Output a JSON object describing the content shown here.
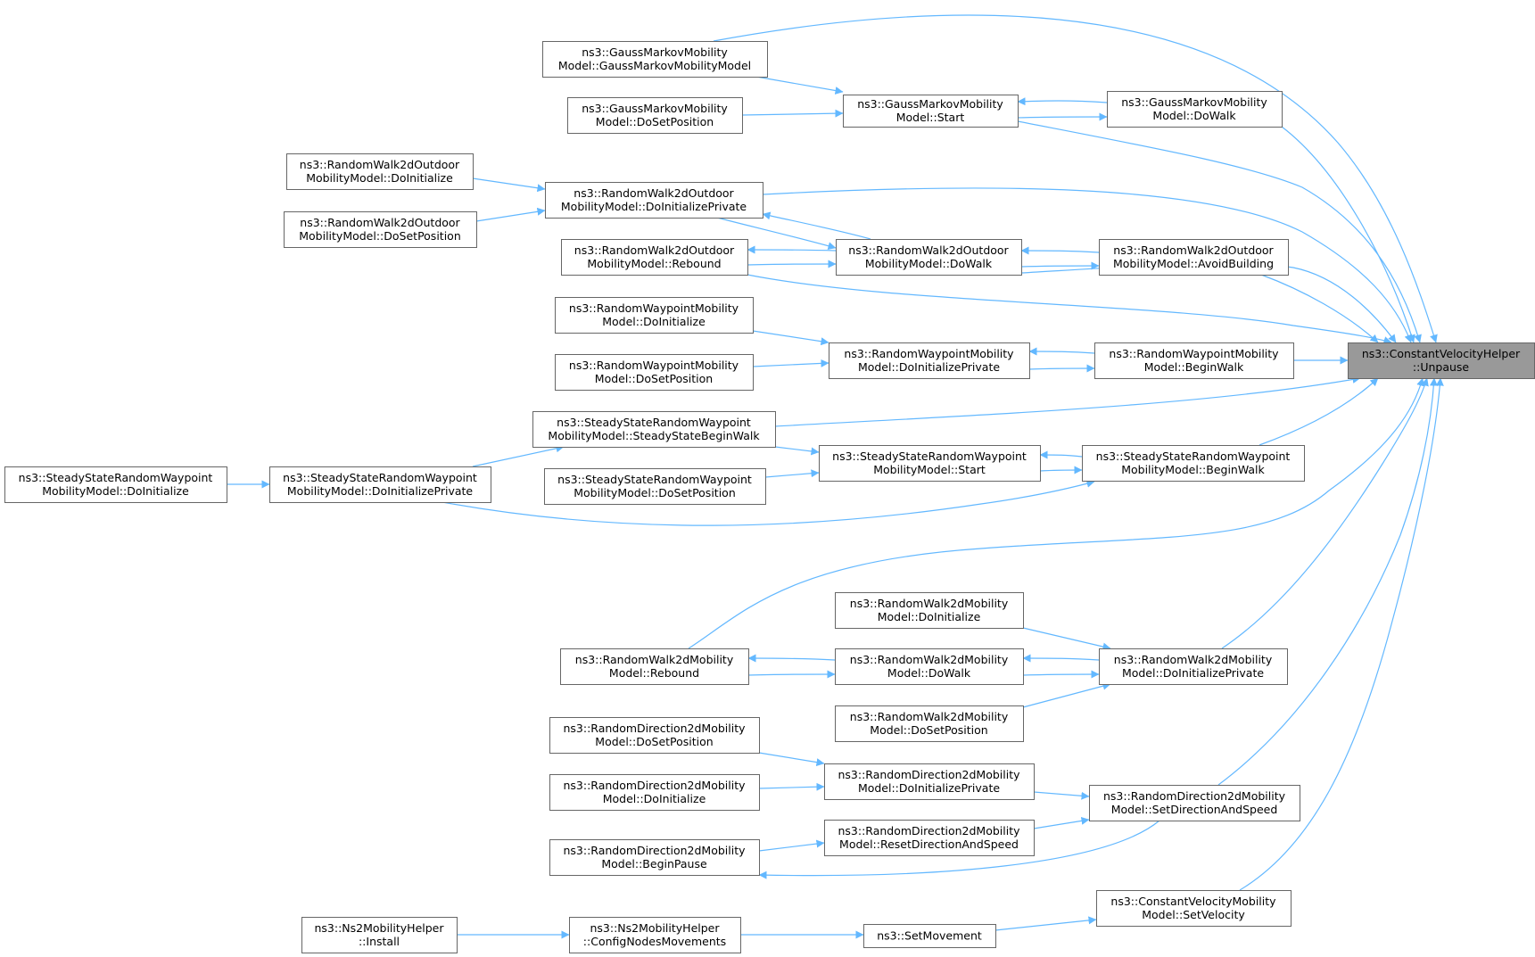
{
  "diagram": {
    "root_id": "cvh_unpause",
    "nodes": [
      {
        "id": "cvh_unpause",
        "lines": [
          "ns3::ConstantVelocityHelper",
          "::Unpause"
        ]
      },
      {
        "id": "gm_ctor",
        "lines": [
          "ns3::GaussMarkovMobility",
          "Model::GaussMarkovMobilityModel"
        ]
      },
      {
        "id": "gm_dosetpos",
        "lines": [
          "ns3::GaussMarkovMobility",
          "Model::DoSetPosition"
        ]
      },
      {
        "id": "gm_start",
        "lines": [
          "ns3::GaussMarkovMobility",
          "Model::Start"
        ]
      },
      {
        "id": "gm_dowalk",
        "lines": [
          "ns3::GaussMarkovMobility",
          "Model::DoWalk"
        ]
      },
      {
        "id": "rw2o_doinit",
        "lines": [
          "ns3::RandomWalk2dOutdoor",
          "MobilityModel::DoInitialize"
        ]
      },
      {
        "id": "rw2o_dosetpos",
        "lines": [
          "ns3::RandomWalk2dOutdoor",
          "MobilityModel::DoSetPosition"
        ]
      },
      {
        "id": "rw2o_doinitpriv",
        "lines": [
          "ns3::RandomWalk2dOutdoor",
          "MobilityModel::DoInitializePrivate"
        ]
      },
      {
        "id": "rw2o_rebound",
        "lines": [
          "ns3::RandomWalk2dOutdoor",
          "MobilityModel::Rebound"
        ]
      },
      {
        "id": "rw2o_dowalk",
        "lines": [
          "ns3::RandomWalk2dOutdoor",
          "MobilityModel::DoWalk"
        ]
      },
      {
        "id": "rw2o_avoid",
        "lines": [
          "ns3::RandomWalk2dOutdoor",
          "MobilityModel::AvoidBuilding"
        ]
      },
      {
        "id": "rwp_doinit",
        "lines": [
          "ns3::RandomWaypointMobility",
          "Model::DoInitialize"
        ]
      },
      {
        "id": "rwp_dosetpos",
        "lines": [
          "ns3::RandomWaypointMobility",
          "Model::DoSetPosition"
        ]
      },
      {
        "id": "rwp_doinitpriv",
        "lines": [
          "ns3::RandomWaypointMobility",
          "Model::DoInitializePrivate"
        ]
      },
      {
        "id": "rwp_beginwalk",
        "lines": [
          "ns3::RandomWaypointMobility",
          "Model::BeginWalk"
        ]
      },
      {
        "id": "ss_steadybegin",
        "lines": [
          "ns3::SteadyStateRandomWaypoint",
          "MobilityModel::SteadyStateBeginWalk"
        ]
      },
      {
        "id": "ss_doinit",
        "lines": [
          "ns3::SteadyStateRandomWaypoint",
          "MobilityModel::DoInitialize"
        ]
      },
      {
        "id": "ss_doinitpriv",
        "lines": [
          "ns3::SteadyStateRandomWaypoint",
          "MobilityModel::DoInitializePrivate"
        ]
      },
      {
        "id": "ss_dosetpos",
        "lines": [
          "ns3::SteadyStateRandomWaypoint",
          "MobilityModel::DoSetPosition"
        ]
      },
      {
        "id": "ss_start",
        "lines": [
          "ns3::SteadyStateRandomWaypoint",
          "MobilityModel::Start"
        ]
      },
      {
        "id": "ss_beginwalk",
        "lines": [
          "ns3::SteadyStateRandomWaypoint",
          "MobilityModel::BeginWalk"
        ]
      },
      {
        "id": "rw2_doinit",
        "lines": [
          "ns3::RandomWalk2dMobility",
          "Model::DoInitialize"
        ]
      },
      {
        "id": "rw2_rebound",
        "lines": [
          "ns3::RandomWalk2dMobility",
          "Model::Rebound"
        ]
      },
      {
        "id": "rw2_dowalk",
        "lines": [
          "ns3::RandomWalk2dMobility",
          "Model::DoWalk"
        ]
      },
      {
        "id": "rw2_dosetpos",
        "lines": [
          "ns3::RandomWalk2dMobility",
          "Model::DoSetPosition"
        ]
      },
      {
        "id": "rw2_doinitpriv",
        "lines": [
          "ns3::RandomWalk2dMobility",
          "Model::DoInitializePrivate"
        ]
      },
      {
        "id": "rd2_dosetpos",
        "lines": [
          "ns3::RandomDirection2dMobility",
          "Model::DoSetPosition"
        ]
      },
      {
        "id": "rd2_doinit",
        "lines": [
          "ns3::RandomDirection2dMobility",
          "Model::DoInitialize"
        ]
      },
      {
        "id": "rd2_doinitpriv",
        "lines": [
          "ns3::RandomDirection2dMobility",
          "Model::DoInitializePrivate"
        ]
      },
      {
        "id": "rd2_reset",
        "lines": [
          "ns3::RandomDirection2dMobility",
          "Model::ResetDirectionAndSpeed"
        ]
      },
      {
        "id": "rd2_beginpause",
        "lines": [
          "ns3::RandomDirection2dMobility",
          "Model::BeginPause"
        ]
      },
      {
        "id": "rd2_setdir",
        "lines": [
          "ns3::RandomDirection2dMobility",
          "Model::SetDirectionAndSpeed"
        ]
      },
      {
        "id": "ns2_install",
        "lines": [
          "ns3::Ns2MobilityHelper",
          "::Install"
        ]
      },
      {
        "id": "ns2_config",
        "lines": [
          "ns3::Ns2MobilityHelper",
          "::ConfigNodesMovements"
        ]
      },
      {
        "id": "setmovement",
        "lines": [
          "ns3::SetMovement"
        ]
      },
      {
        "id": "cvm_setvel",
        "lines": [
          "ns3::ConstantVelocityMobility",
          "Model::SetVelocity"
        ]
      }
    ],
    "edges": [
      [
        "gm_ctor",
        "gm_start"
      ],
      [
        "gm_dosetpos",
        "gm_start"
      ],
      [
        "gm_start",
        "gm_dowalk"
      ],
      [
        "gm_dowalk",
        "gm_start"
      ],
      [
        "gm_ctor",
        "cvh_unpause"
      ],
      [
        "gm_start",
        "cvh_unpause"
      ],
      [
        "gm_dowalk",
        "cvh_unpause"
      ],
      [
        "rw2o_doinit",
        "rw2o_doinitpriv"
      ],
      [
        "rw2o_dosetpos",
        "rw2o_doinitpriv"
      ],
      [
        "rw2o_doinitpriv",
        "rw2o_dowalk"
      ],
      [
        "rw2o_dowalk",
        "rw2o_doinitpriv"
      ],
      [
        "rw2o_rebound",
        "rw2o_dowalk"
      ],
      [
        "rw2o_dowalk",
        "rw2o_rebound"
      ],
      [
        "rw2o_dowalk",
        "rw2o_avoid"
      ],
      [
        "rw2o_avoid",
        "rw2o_dowalk"
      ],
      [
        "rw2o_doinitpriv",
        "cvh_unpause"
      ],
      [
        "rw2o_rebound",
        "cvh_unpause"
      ],
      [
        "rw2o_dowalk",
        "cvh_unpause"
      ],
      [
        "rw2o_avoid",
        "cvh_unpause"
      ],
      [
        "rwp_doinit",
        "rwp_doinitpriv"
      ],
      [
        "rwp_dosetpos",
        "rwp_doinitpriv"
      ],
      [
        "rwp_doinitpriv",
        "rwp_beginwalk"
      ],
      [
        "rwp_beginwalk",
        "rwp_doinitpriv"
      ],
      [
        "rwp_beginwalk",
        "cvh_unpause"
      ],
      [
        "ss_doinit",
        "ss_doinitpriv"
      ],
      [
        "ss_doinitpriv",
        "ss_steadybegin"
      ],
      [
        "ss_steadybegin",
        "ss_start"
      ],
      [
        "ss_dosetpos",
        "ss_start"
      ],
      [
        "ss_start",
        "ss_beginwalk"
      ],
      [
        "ss_beginwalk",
        "ss_start"
      ],
      [
        "ss_doinitpriv",
        "ss_beginwalk"
      ],
      [
        "ss_steadybegin",
        "cvh_unpause"
      ],
      [
        "ss_beginwalk",
        "cvh_unpause"
      ],
      [
        "rw2_rebound",
        "cvh_unpause"
      ],
      [
        "rw2_doinit",
        "rw2_doinitpriv"
      ],
      [
        "rw2_dowalk",
        "rw2_doinitpriv"
      ],
      [
        "rw2_doinitpriv",
        "rw2_dowalk"
      ],
      [
        "rw2_dosetpos",
        "rw2_doinitpriv"
      ],
      [
        "rw2_rebound",
        "rw2_dowalk"
      ],
      [
        "rw2_dowalk",
        "rw2_rebound"
      ],
      [
        "rw2_doinitpriv",
        "cvh_unpause"
      ],
      [
        "rd2_dosetpos",
        "rd2_doinitpriv"
      ],
      [
        "rd2_doinit",
        "rd2_doinitpriv"
      ],
      [
        "rd2_doinitpriv",
        "rd2_setdir"
      ],
      [
        "rd2_beginpause",
        "rd2_reset"
      ],
      [
        "rd2_reset",
        "rd2_setdir"
      ],
      [
        "rd2_setdir",
        "rd2_beginpause"
      ],
      [
        "rd2_setdir",
        "cvh_unpause"
      ],
      [
        "ns2_install",
        "ns2_config"
      ],
      [
        "ns2_config",
        "setmovement"
      ],
      [
        "setmovement",
        "cvm_setvel"
      ],
      [
        "cvm_setvel",
        "cvh_unpause"
      ]
    ]
  }
}
